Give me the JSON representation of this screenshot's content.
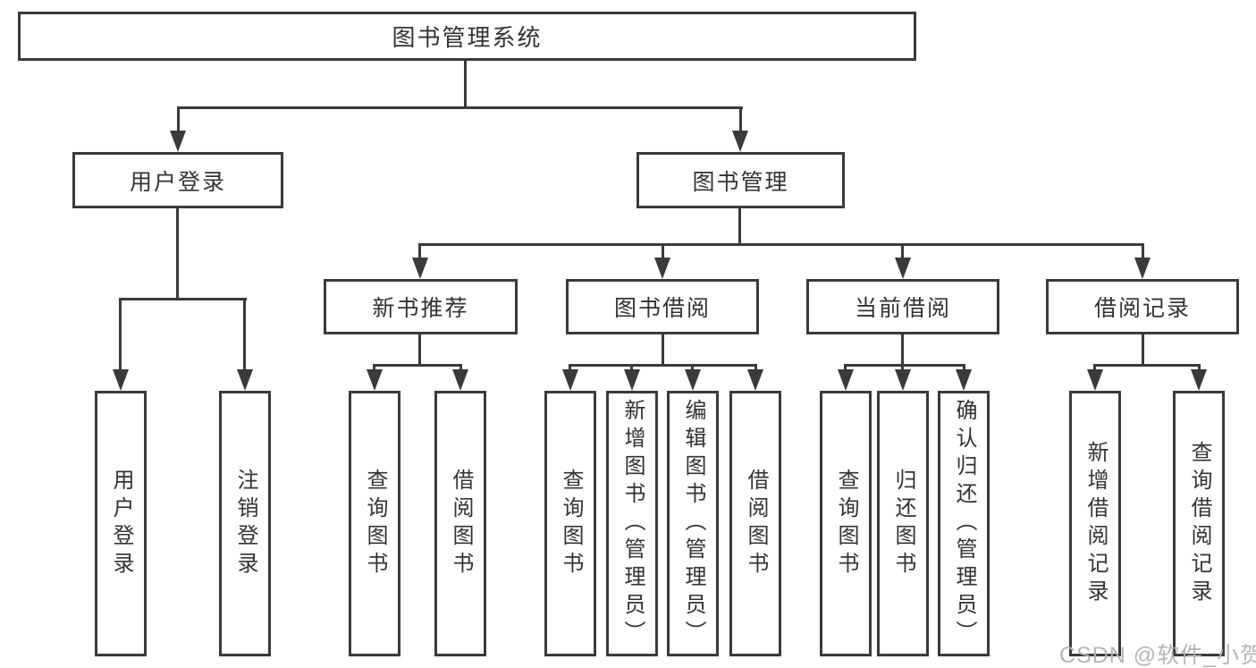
{
  "diagram": {
    "root": {
      "label": "图书管理系统"
    },
    "level2": [
      {
        "label": "用户登录",
        "children": [
          {
            "label": "用户登录"
          },
          {
            "label": "注销登录"
          }
        ]
      },
      {
        "label": "图书管理",
        "sections": [
          {
            "label": "新书推荐",
            "children": [
              {
                "label": "查询图书"
              },
              {
                "label": "借阅图书"
              }
            ]
          },
          {
            "label": "图书借阅",
            "children": [
              {
                "label": "查询图书"
              },
              {
                "label": "新增图书（管理员）"
              },
              {
                "label": "编辑图书（管理员）"
              },
              {
                "label": "借阅图书"
              }
            ]
          },
          {
            "label": "当前借阅",
            "children": [
              {
                "label": "查询图书"
              },
              {
                "label": "归还图书"
              },
              {
                "label": "确认归还（管理员）"
              }
            ]
          },
          {
            "label": "借阅记录",
            "children": [
              {
                "label": "新增借阅记录"
              },
              {
                "label": "查询借阅记录"
              }
            ]
          }
        ]
      }
    ]
  },
  "watermark": {
    "text": "CSDN @软件_小贺同学"
  },
  "colors": {
    "line": "#3a3a3a",
    "text": "#333333",
    "background": "#ffffff",
    "watermark": "#b2b2b2"
  }
}
